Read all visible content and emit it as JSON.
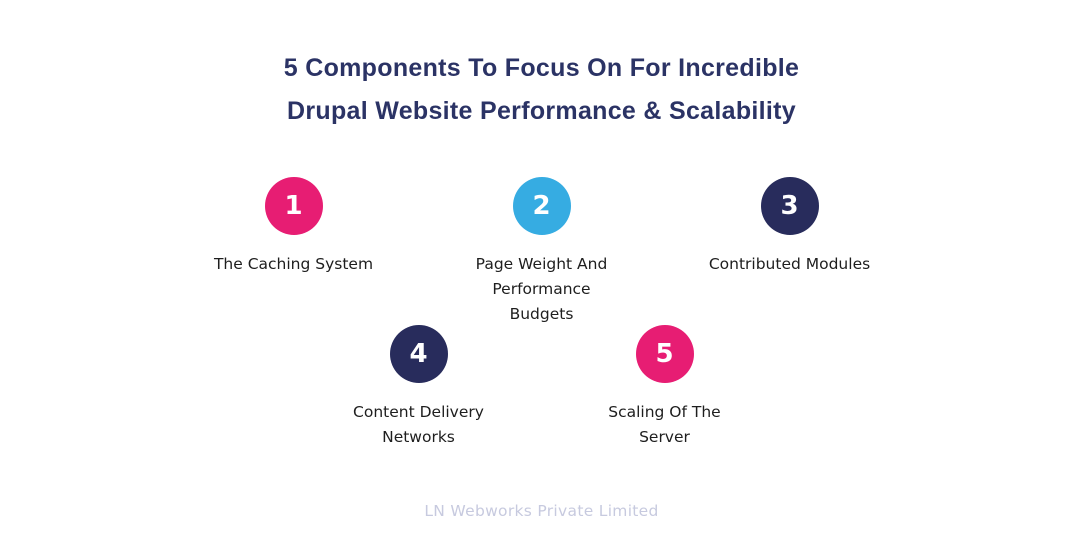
{
  "header": {
    "title_lines": [
      "5 Components To Focus On For Incredible",
      "Drupal Website Performance & Scalability"
    ],
    "title_color": "#2b3365"
  },
  "items": [
    {
      "number": "1",
      "label_lines": [
        "The Caching System"
      ],
      "color": "#e71d73"
    },
    {
      "number": "2",
      "label_lines": [
        "Page Weight And",
        "Performance",
        "Budgets"
      ],
      "color": "#36ace2"
    },
    {
      "number": "3",
      "label_lines": [
        "Contributed Modules"
      ],
      "color": "#282c5c"
    },
    {
      "number": "4",
      "label_lines": [
        "Content Delivery",
        "Networks"
      ],
      "color": "#282c5c"
    },
    {
      "number": "5",
      "label_lines": [
        "Scaling Of The",
        "Server"
      ],
      "color": "#e71d73"
    }
  ],
  "colors": {
    "background": "#ffffff",
    "pink": "#e71d73",
    "blue": "#36ace2",
    "navy": "#282c5c",
    "body_text": "#1e1e1e",
    "footer_text": "#c7cadf"
  },
  "footer": {
    "brand": "LN Webworks Private Limited"
  }
}
